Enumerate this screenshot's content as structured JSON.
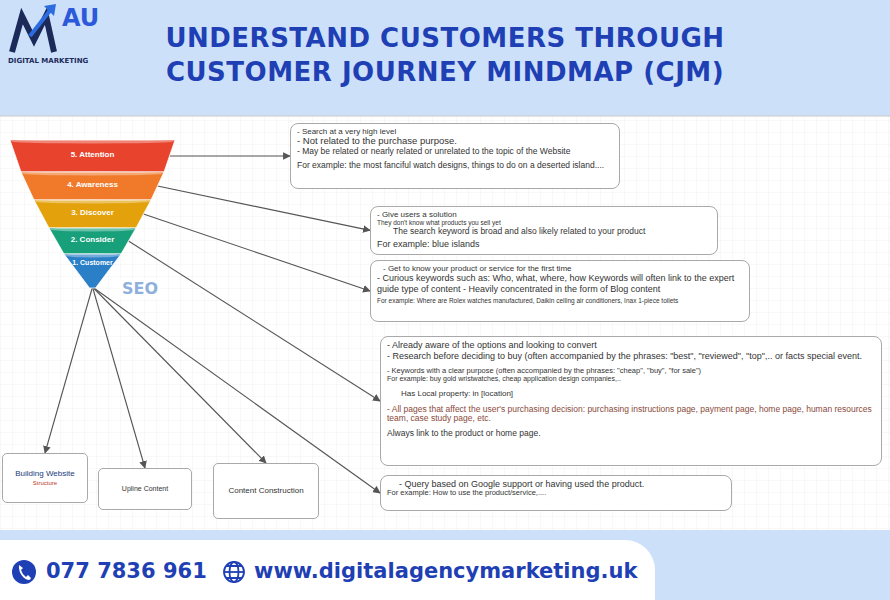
{
  "diagram": {
    "title": "UNDERSTAND CUSTOMERS THROUGH CUSTOMER JOURNEY MINDMAP (CJM)",
    "nodes": [
      {
        "text": [
          "5. Attention"
        ]
      },
      {
        "text": [
          "4. Awareness"
        ]
      },
      {
        "text": [
          "3. Discover"
        ]
      },
      {
        "text": [
          "2. Consider"
        ]
      },
      {
        "text": [
          "1. Customer"
        ]
      },
      {
        "text": [
          "- Search at a very high level",
          "- Not related to the purchase purpose.",
          "- May be related or nearly related or unrelated to the topic of the Website",
          "For example: the most fanciful watch designs, things to do on a deserted island...."
        ]
      },
      {
        "text": [
          "- Give users a solution",
          "They don't know what products you sell yet",
          "The search keyword is broad and also likely related to your product",
          "For example: blue islands"
        ]
      },
      {
        "text": [
          "- Get to know your product or service for the first time",
          "- Curious keywords such as: Who, what, where, how Keywords will often link to the expert guide type of content - Heavily concentrated in the form of Blog content",
          "For example: Where are Rolex watches manufactured, Daikin ceiling air conditioners, Inax 1-piece toilets"
        ]
      },
      {
        "text": [
          "- Already aware of the options and looking to convert",
          "- Research before deciding to buy (often accompanied by the phrases: \"best\", \"reviewed\", \"top\",.. or facts special event.",
          "- Keywords with a clear purpose (often accompanied by the phrases: \"cheap\", \"buy\", \"for sale\")",
          "For example: buy gold wristwatches, cheap application design companies,..",
          "Has Local property: in [location]",
          "- All pages that affect the user's purchasing decision: purchasing instructions page, payment page, home page, human resources team, case study page, etc.",
          "Always link to the product or home page."
        ]
      },
      {
        "text": [
          "- Query based on Google support or having used the product.",
          "For example: How to use the product/service,...."
        ]
      },
      {
        "text": [
          "Building Website",
          "Structure"
        ]
      },
      {
        "text": [
          "Upline Content"
        ]
      },
      {
        "text": [
          "Content Construction"
        ]
      }
    ],
    "edges": [
      {
        "from": 0,
        "to": 5,
        "arrow": "to"
      },
      {
        "from": 1,
        "to": 6,
        "arrow": "to"
      },
      {
        "from": 2,
        "to": 7,
        "arrow": "to"
      },
      {
        "from": 3,
        "to": 8,
        "arrow": "to"
      },
      {
        "from": 4,
        "to": 10,
        "arrow": "to"
      },
      {
        "from": 4,
        "to": 11,
        "arrow": "to"
      },
      {
        "from": 4,
        "to": 12,
        "arrow": "to"
      },
      {
        "from": 4,
        "to": 9,
        "arrow": "to"
      }
    ],
    "labels": [
      "AU",
      "DIGITAL MARKETING",
      "SEO",
      "077 7836 961",
      "www.digitalagencymarketing.uk"
    ]
  }
}
